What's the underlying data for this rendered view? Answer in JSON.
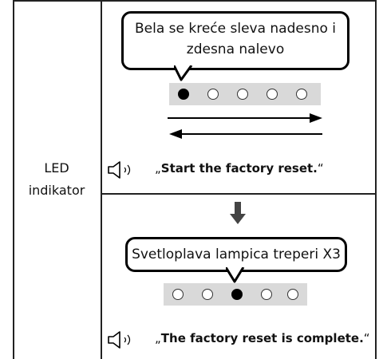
{
  "row_label": {
    "line1": "LED",
    "line2": "indikator"
  },
  "step1": {
    "bubble_line1": "Bela se kreće sleva nadesno i",
    "bubble_line2": "zdesna nalevo",
    "leds": [
      true,
      false,
      false,
      false,
      false
    ],
    "voice_open_quote": "„",
    "voice_text": "Start the factory reset.",
    "voice_close_quote": "“"
  },
  "step2": {
    "bubble_text": "Svetloplava lampica treperi X3",
    "leds": [
      false,
      false,
      true,
      false,
      false
    ],
    "voice_open_quote": "„",
    "voice_text": "The factory reset is complete.",
    "voice_close_quote": "“"
  },
  "icons": {
    "speaker": "speaker-icon",
    "arrow_right": "arrow-right-icon",
    "arrow_left": "arrow-left-icon",
    "arrow_down": "arrow-down-icon"
  },
  "colors": {
    "led_strip": "#d9d9d9",
    "line": "#222222"
  }
}
